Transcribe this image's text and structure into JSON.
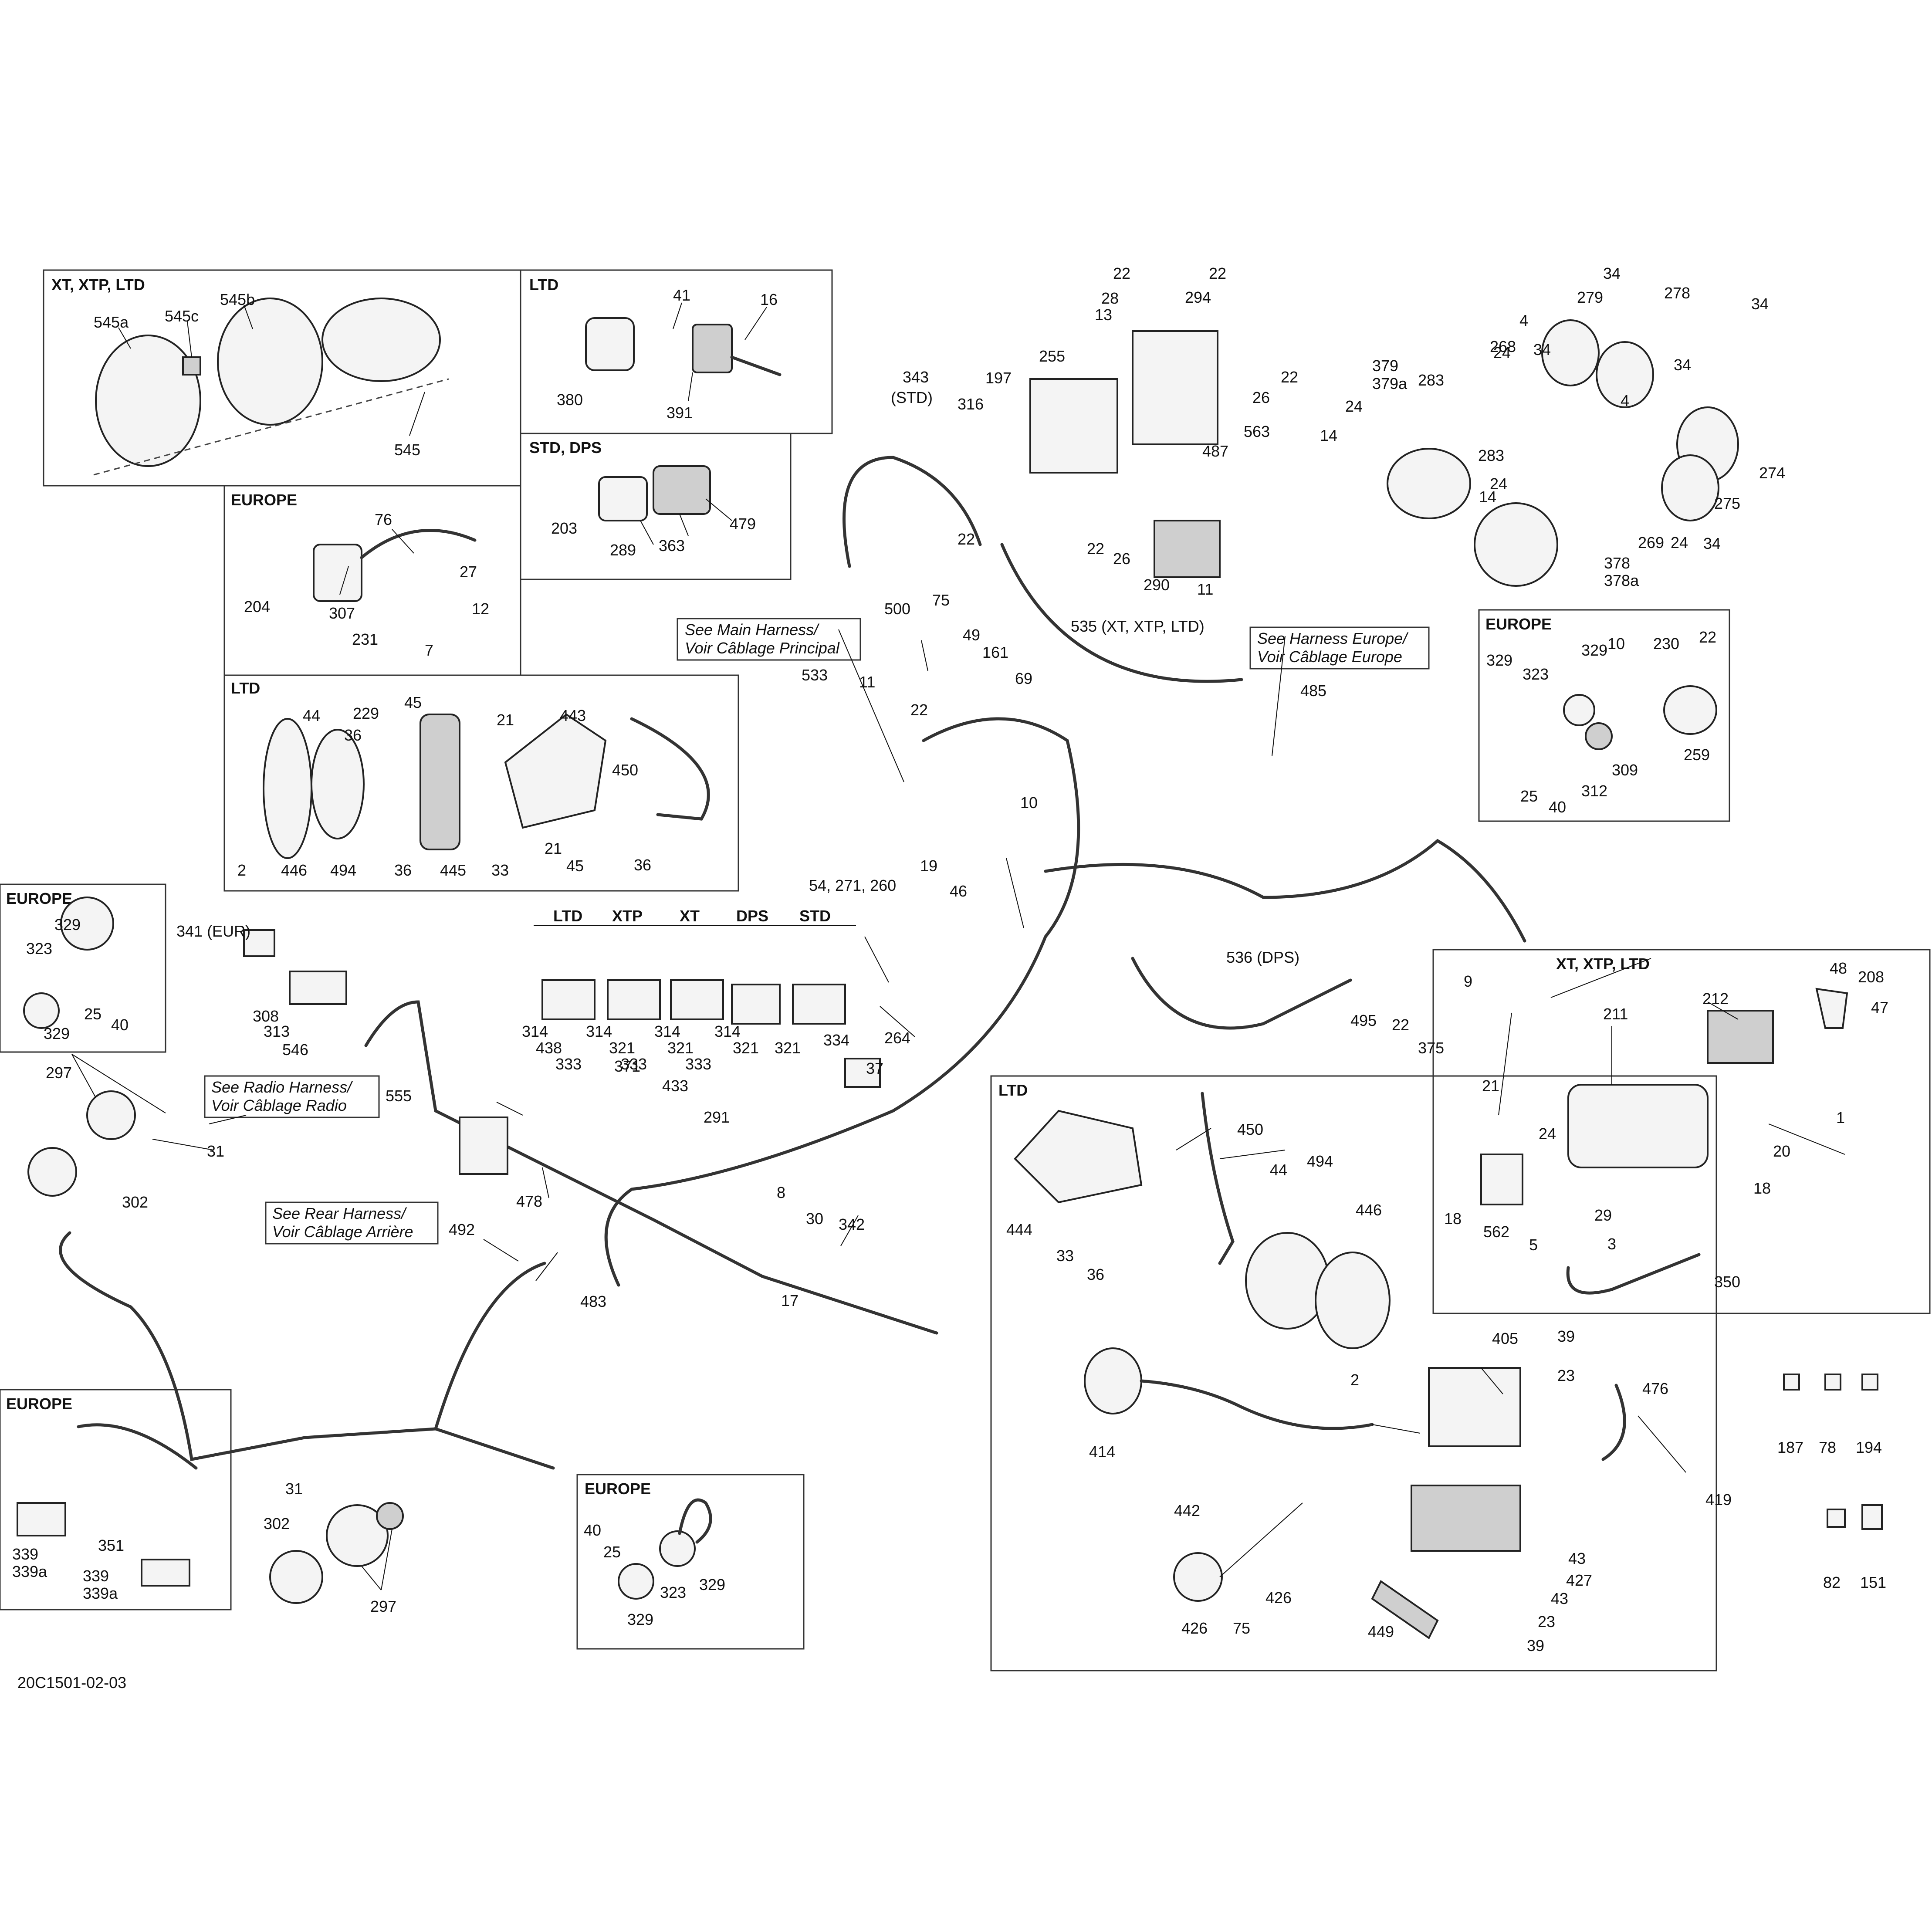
{
  "figure_id": "20C1501-02-03",
  "panel_headings": {
    "xt_xtp_ltd_top": "XT, XTP, LTD",
    "ltd_top": "LTD",
    "std_dps": "STD, DPS",
    "europe_switch": "EUROPE",
    "ltd_speaker_left": "LTD",
    "europe_left": "EUROPE",
    "europe_right": "EUROPE",
    "xt_xtp_ltd_winch": "XT, XTP, LTD",
    "ltd_audio": "LTD",
    "europe_bottom_left": "EUROPE",
    "europe_bottom_mid": "EUROPE"
  },
  "notes": {
    "main_harness": [
      "See Main Harness/",
      "Voir Câblage Principal"
    ],
    "harness_europe": [
      "See Harness Europe/",
      "Voir Câblage Europe"
    ],
    "radio_harness": [
      "See Radio Harness/",
      "Voir Câblage Radio"
    ],
    "rear_harness": [
      "See Rear Harness/",
      "Voir Câblage Arrière"
    ]
  },
  "switch_variants": [
    "LTD",
    "XTP",
    "XT",
    "DPS",
    "STD"
  ],
  "callouts": [
    {
      "id": "c1",
      "text": "545a"
    },
    {
      "id": "c2",
      "text": "545b"
    },
    {
      "id": "c3",
      "text": "545c"
    },
    {
      "id": "c4",
      "text": "545"
    },
    {
      "id": "c5",
      "text": "41"
    },
    {
      "id": "c6",
      "text": "16"
    },
    {
      "id": "c7",
      "text": "380"
    },
    {
      "id": "c8",
      "text": "391"
    },
    {
      "id": "c9",
      "text": "203"
    },
    {
      "id": "c10",
      "text": "289"
    },
    {
      "id": "c11",
      "text": "363"
    },
    {
      "id": "c12",
      "text": "479"
    },
    {
      "id": "c13",
      "text": "76"
    },
    {
      "id": "c14",
      "text": "27"
    },
    {
      "id": "c15",
      "text": "12"
    },
    {
      "id": "c16",
      "text": "204"
    },
    {
      "id": "c17",
      "text": "307"
    },
    {
      "id": "c18",
      "text": "231"
    },
    {
      "id": "c19",
      "text": "7"
    },
    {
      "id": "c20",
      "text": "44"
    },
    {
      "id": "c21",
      "text": "229"
    },
    {
      "id": "c22",
      "text": "45"
    },
    {
      "id": "c23",
      "text": "36"
    },
    {
      "id": "c24",
      "text": "21"
    },
    {
      "id": "c25",
      "text": "443"
    },
    {
      "id": "c26",
      "text": "450"
    },
    {
      "id": "c27",
      "text": "2"
    },
    {
      "id": "c28",
      "text": "446"
    },
    {
      "id": "c29",
      "text": "494"
    },
    {
      "id": "c30",
      "text": "36"
    },
    {
      "id": "c31",
      "text": "445"
    },
    {
      "id": "c32",
      "text": "33"
    },
    {
      "id": "c33",
      "text": "21"
    },
    {
      "id": "c34",
      "text": "45"
    },
    {
      "id": "c35",
      "text": "36"
    },
    {
      "id": "c36",
      "text": "343"
    },
    {
      "id": "c37",
      "text": "(STD)"
    },
    {
      "id": "c38",
      "text": "316"
    },
    {
      "id": "c39",
      "text": "197"
    },
    {
      "id": "c40",
      "text": "255"
    },
    {
      "id": "c41",
      "text": "22"
    },
    {
      "id": "c42",
      "text": "22"
    },
    {
      "id": "c43",
      "text": "28"
    },
    {
      "id": "c44",
      "text": "13"
    },
    {
      "id": "c45",
      "text": "294"
    },
    {
      "id": "c46",
      "text": "22"
    },
    {
      "id": "c47",
      "text": "26"
    },
    {
      "id": "c48",
      "text": "563"
    },
    {
      "id": "c49",
      "text": "487"
    },
    {
      "id": "c50",
      "text": "22"
    },
    {
      "id": "c51",
      "text": "22"
    },
    {
      "id": "c52",
      "text": "26"
    },
    {
      "id": "c53",
      "text": "290"
    },
    {
      "id": "c54",
      "text": "11"
    },
    {
      "id": "c55",
      "text": "535 (XT, XTP, LTD)"
    },
    {
      "id": "c56",
      "text": "500"
    },
    {
      "id": "c57",
      "text": "75"
    },
    {
      "id": "c58",
      "text": "49"
    },
    {
      "id": "c59",
      "text": "161"
    },
    {
      "id": "c60",
      "text": "69"
    },
    {
      "id": "c61",
      "text": "11"
    },
    {
      "id": "c62",
      "text": "22"
    },
    {
      "id": "c63",
      "text": "533"
    },
    {
      "id": "c64",
      "text": "485"
    },
    {
      "id": "c65",
      "text": "10"
    },
    {
      "id": "c66",
      "text": "19"
    },
    {
      "id": "c67",
      "text": "46"
    },
    {
      "id": "c68",
      "text": "54, 271, 260"
    },
    {
      "id": "c69",
      "text": "264"
    },
    {
      "id": "c70",
      "text": "37"
    },
    {
      "id": "c71",
      "text": "334"
    },
    {
      "id": "c72",
      "text": "371"
    },
    {
      "id": "c73",
      "text": "433"
    },
    {
      "id": "c74",
      "text": "291"
    },
    {
      "id": "c75",
      "text": "8"
    },
    {
      "id": "c76",
      "text": "30"
    },
    {
      "id": "c77",
      "text": "342"
    },
    {
      "id": "c78",
      "text": "17"
    },
    {
      "id": "c79",
      "text": "483"
    },
    {
      "id": "c80",
      "text": "536 (DPS)"
    },
    {
      "id": "c81",
      "text": "495"
    },
    {
      "id": "c82",
      "text": "22"
    },
    {
      "id": "c83",
      "text": "375"
    },
    {
      "id": "c84",
      "text": "9"
    },
    {
      "id": "c85",
      "text": "314"
    },
    {
      "id": "c86",
      "text": "438"
    },
    {
      "id": "c87",
      "text": "333"
    },
    {
      "id": "c88",
      "text": "314"
    },
    {
      "id": "c89",
      "text": "321"
    },
    {
      "id": "c90",
      "text": "333"
    },
    {
      "id": "c91",
      "text": "314"
    },
    {
      "id": "c92",
      "text": "321"
    },
    {
      "id": "c93",
      "text": "333"
    },
    {
      "id": "c94",
      "text": "314"
    },
    {
      "id": "c95",
      "text": "321"
    },
    {
      "id": "c96",
      "text": "321"
    },
    {
      "id": "c97",
      "text": "34"
    },
    {
      "id": "c98",
      "text": "278"
    },
    {
      "id": "c99",
      "text": "279"
    },
    {
      "id": "c100",
      "text": "268"
    },
    {
      "id": "c101",
      "text": "4"
    },
    {
      "id": "c102",
      "text": "24"
    },
    {
      "id": "c103",
      "text": "34"
    },
    {
      "id": "c104",
      "text": "379"
    },
    {
      "id": "c105",
      "text": "379a"
    },
    {
      "id": "c106",
      "text": "283"
    },
    {
      "id": "c107",
      "text": "24"
    },
    {
      "id": "c108",
      "text": "14"
    },
    {
      "id": "c109",
      "text": "34"
    },
    {
      "id": "c110",
      "text": "34"
    },
    {
      "id": "c111",
      "text": "4"
    },
    {
      "id": "c112",
      "text": "274"
    },
    {
      "id": "c113",
      "text": "283"
    },
    {
      "id": "c114",
      "text": "24"
    },
    {
      "id": "c115",
      "text": "14"
    },
    {
      "id": "c116",
      "text": "275"
    },
    {
      "id": "c117",
      "text": "34"
    },
    {
      "id": "c118",
      "text": "269"
    },
    {
      "id": "c119",
      "text": "24"
    },
    {
      "id": "c120",
      "text": "378"
    },
    {
      "id": "c121",
      "text": "378a"
    },
    {
      "id": "c122",
      "text": "10"
    },
    {
      "id": "c123",
      "text": "230"
    },
    {
      "id": "c124",
      "text": "22"
    },
    {
      "id": "c125",
      "text": "329"
    },
    {
      "id": "c126",
      "text": "329"
    },
    {
      "id": "c127",
      "text": "323"
    },
    {
      "id": "c128",
      "text": "309"
    },
    {
      "id": "c129",
      "text": "259"
    },
    {
      "id": "c130",
      "text": "25"
    },
    {
      "id": "c131",
      "text": "40"
    },
    {
      "id": "c132",
      "text": "312"
    },
    {
      "id": "c133",
      "text": "329"
    },
    {
      "id": "c134",
      "text": "323"
    },
    {
      "id": "c135",
      "text": "25"
    },
    {
      "id": "c136",
      "text": "40"
    },
    {
      "id": "c137",
      "text": "329"
    },
    {
      "id": "c138",
      "text": "341 (EUR)"
    },
    {
      "id": "c139",
      "text": "308"
    },
    {
      "id": "c140",
      "text": "313"
    },
    {
      "id": "c141",
      "text": "546"
    },
    {
      "id": "c142",
      "text": "297"
    },
    {
      "id": "c143",
      "text": "31"
    },
    {
      "id": "c144",
      "text": "302"
    },
    {
      "id": "c145",
      "text": "555"
    },
    {
      "id": "c146",
      "text": "478"
    },
    {
      "id": "c147",
      "text": "492"
    },
    {
      "id": "c148",
      "text": "48"
    },
    {
      "id": "c149",
      "text": "208"
    },
    {
      "id": "c150",
      "text": "212"
    },
    {
      "id": "c151",
      "text": "47"
    },
    {
      "id": "c152",
      "text": "211"
    },
    {
      "id": "c153",
      "text": "1"
    },
    {
      "id": "c154",
      "text": "21"
    },
    {
      "id": "c155",
      "text": "24"
    },
    {
      "id": "c156",
      "text": "20"
    },
    {
      "id": "c157",
      "text": "18"
    },
    {
      "id": "c158",
      "text": "18"
    },
    {
      "id": "c159",
      "text": "29"
    },
    {
      "id": "c160",
      "text": "562"
    },
    {
      "id": "c161",
      "text": "5"
    },
    {
      "id": "c162",
      "text": "3"
    },
    {
      "id": "c163",
      "text": "350"
    },
    {
      "id": "c164",
      "text": "450"
    },
    {
      "id": "c165",
      "text": "44"
    },
    {
      "id": "c166",
      "text": "494"
    },
    {
      "id": "c167",
      "text": "446"
    },
    {
      "id": "c168",
      "text": "444"
    },
    {
      "id": "c169",
      "text": "33"
    },
    {
      "id": "c170",
      "text": "36"
    },
    {
      "id": "c171",
      "text": "2"
    },
    {
      "id": "c172",
      "text": "405"
    },
    {
      "id": "c173",
      "text": "39"
    },
    {
      "id": "c174",
      "text": "23"
    },
    {
      "id": "c175",
      "text": "476"
    },
    {
      "id": "c176",
      "text": "414"
    },
    {
      "id": "c177",
      "text": "419"
    },
    {
      "id": "c178",
      "text": "442"
    },
    {
      "id": "c179",
      "text": "426"
    },
    {
      "id": "c180",
      "text": "426"
    },
    {
      "id": "c181",
      "text": "75"
    },
    {
      "id": "c182",
      "text": "449"
    },
    {
      "id": "c183",
      "text": "43"
    },
    {
      "id": "c184",
      "text": "427"
    },
    {
      "id": "c185",
      "text": "43"
    },
    {
      "id": "c186",
      "text": "23"
    },
    {
      "id": "c187",
      "text": "39"
    },
    {
      "id": "c188",
      "text": "187"
    },
    {
      "id": "c189",
      "text": "78"
    },
    {
      "id": "c190",
      "text": "194"
    },
    {
      "id": "c191",
      "text": "82"
    },
    {
      "id": "c192",
      "text": "151"
    },
    {
      "id": "c193",
      "text": "339"
    },
    {
      "id": "c194",
      "text": "339a"
    },
    {
      "id": "c195",
      "text": "351"
    },
    {
      "id": "c196",
      "text": "339"
    },
    {
      "id": "c197",
      "text": "339a"
    },
    {
      "id": "c198",
      "text": "31"
    },
    {
      "id": "c199",
      "text": "302"
    },
    {
      "id": "c200",
      "text": "297"
    },
    {
      "id": "c201",
      "text": "40"
    },
    {
      "id": "c202",
      "text": "25"
    },
    {
      "id": "c203",
      "text": "329"
    },
    {
      "id": "c204",
      "text": "323"
    },
    {
      "id": "c205",
      "text": "329"
    }
  ]
}
